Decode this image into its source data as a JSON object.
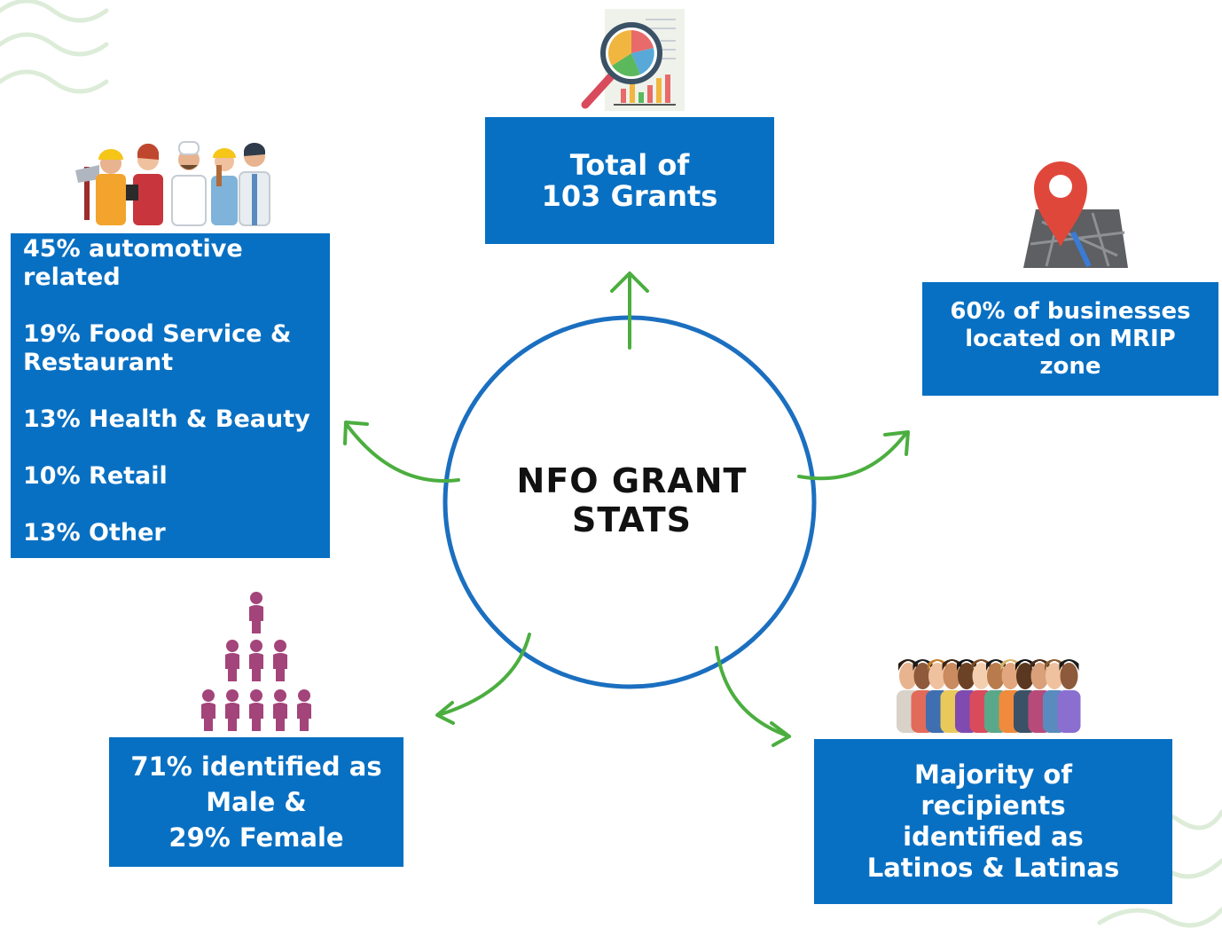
{
  "hub": {
    "title_line1": "NFO GRANT",
    "title_line2": "STATS"
  },
  "grants": {
    "line1": "Total of",
    "line2": "103 Grants"
  },
  "location": {
    "line1": "60% of businesses",
    "line2": "located on MRIP",
    "line3": "zone"
  },
  "industries": {
    "items": [
      {
        "line1": "45% automotive",
        "line2": "related"
      },
      {
        "line1": "19% Food Service &",
        "line2": "Restaurant"
      },
      {
        "line1": "13% Health & Beauty"
      },
      {
        "line1": "10% Retail"
      },
      {
        "line1": "13% Other"
      }
    ]
  },
  "gender": {
    "line1": "71% identified as",
    "line2": "Male &",
    "line3": "29% Female"
  },
  "ethnicity": {
    "line1": "Majority of",
    "line2": "recipients",
    "line3": "identified as",
    "line4": "Latinos & Latinas"
  },
  "icons": {
    "report": "magnifier-report-icon",
    "map": "map-pin-icon",
    "workers": "workers-group-icon",
    "people": "people-pyramid-icon",
    "crowd": "diverse-crowd-icon"
  },
  "colors": {
    "box": "#0870c3",
    "circle": "#1b6fc0",
    "arrow": "#4bae3f",
    "people": "#a3447a",
    "pin": "#e0473b",
    "wave": "#dcecd8"
  }
}
